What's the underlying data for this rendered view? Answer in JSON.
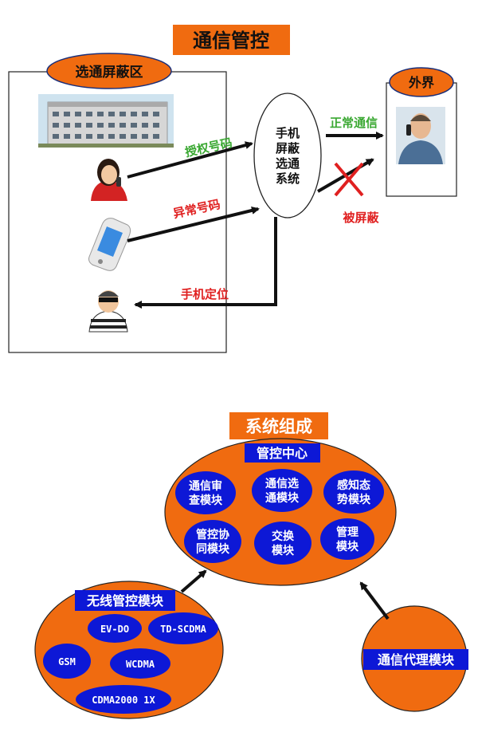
{
  "top": {
    "title": "通信管控",
    "zone_label": "选通屏蔽区",
    "outside_label": "外界",
    "system_lines": [
      "手机",
      "屏蔽",
      "选通",
      "系统"
    ],
    "authorized_label": "授权号码",
    "abnormal_label": "异常号码",
    "normal_comm_label": "正常通信",
    "blocked_label": "被屏蔽",
    "locate_label": "手机定位"
  },
  "bottom": {
    "title": "系统组成",
    "center": {
      "title": "管控中心",
      "modules": [
        [
          "通信审",
          "查模块"
        ],
        [
          "通信选",
          "通模块"
        ],
        [
          "感知态",
          "势模块"
        ],
        [
          "管控协",
          "同模块"
        ],
        [
          "交换",
          "模块"
        ],
        [
          "管理",
          "模块"
        ]
      ]
    },
    "wireless": {
      "title": "无线管控模块",
      "items": [
        "EV-DO",
        "TD-SCDMA",
        "GSM",
        "WCDMA",
        "CDMA2000 1X"
      ]
    },
    "proxy": {
      "title": "通信代理模块"
    }
  },
  "colors": {
    "orange": "#f06b10",
    "blue": "#0d18d6",
    "green": "#3aa832",
    "red": "#e02020"
  }
}
